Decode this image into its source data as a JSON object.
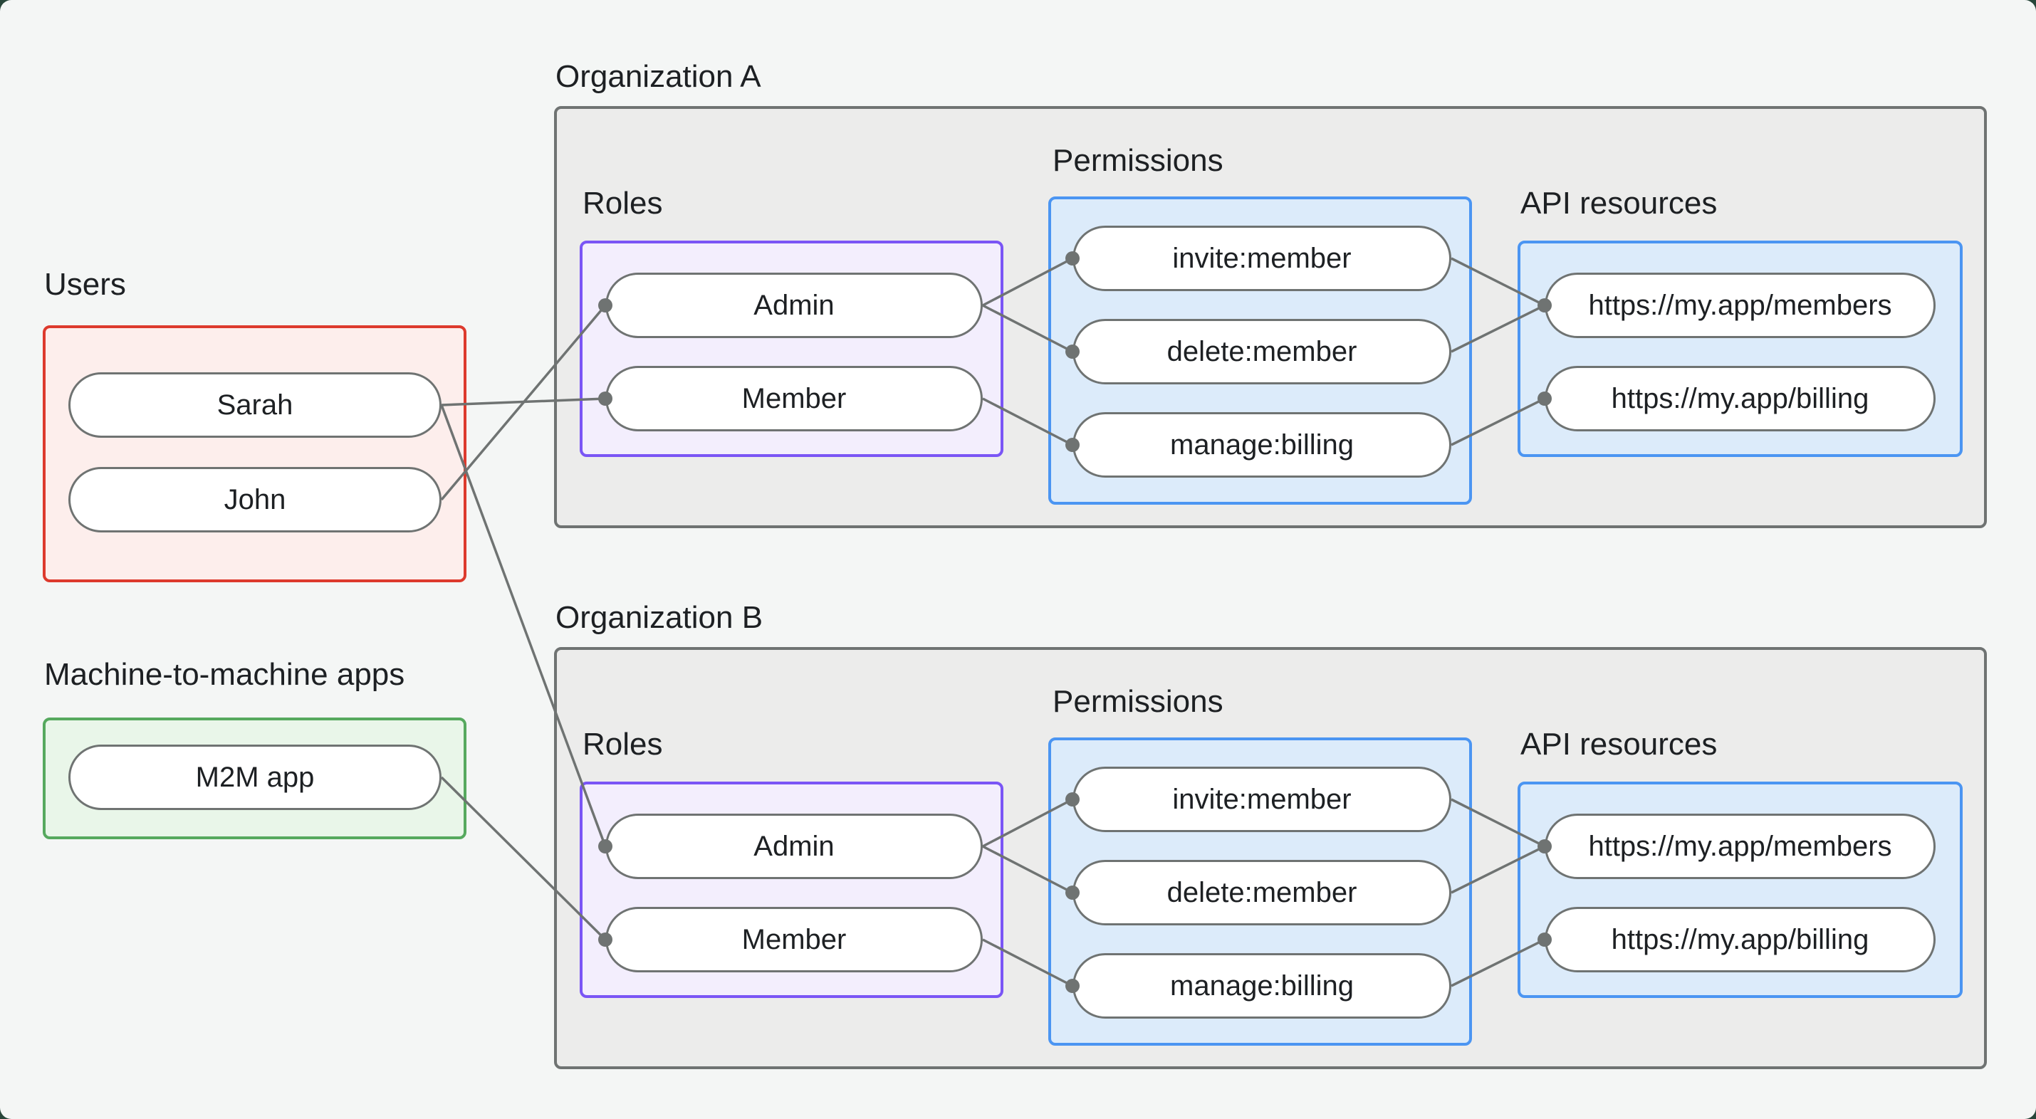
{
  "page": {
    "background_outer": "#28463a",
    "card_background": "#f4f6f5"
  },
  "palette": {
    "users_border": "#dd3a2d",
    "users_fill": "#fdeeec",
    "m2m_border": "#56a95e",
    "m2m_fill": "#e9f6e9",
    "org_border": "#6f7372",
    "org_fill": "#ececeb",
    "roles_border": "#7a55f5",
    "roles_fill": "#f3eefd",
    "permissions_border": "#4b95f2",
    "permissions_fill": "#dcebfa",
    "node_fill": "#ffffff",
    "connector": "#6f7372",
    "text": "#1d2023"
  },
  "users": {
    "label": "Users",
    "items": [
      "Sarah",
      "John"
    ]
  },
  "m2m": {
    "label": "Machine-to-machine apps",
    "items": [
      "M2M app"
    ]
  },
  "organizations": [
    {
      "label": "Organization A",
      "roles": {
        "label": "Roles",
        "items": [
          "Admin",
          "Member"
        ]
      },
      "permissions": {
        "label": "Permissions",
        "items": [
          "invite:member",
          "delete:member",
          "manage:billing"
        ]
      },
      "api_resources": {
        "label": "API resources",
        "items": [
          "https://my.app/members",
          "https://my.app/billing"
        ]
      }
    },
    {
      "label": "Organization B",
      "roles": {
        "label": "Roles",
        "items": [
          "Admin",
          "Member"
        ]
      },
      "permissions": {
        "label": "Permissions",
        "items": [
          "invite:member",
          "delete:member",
          "manage:billing"
        ]
      },
      "api_resources": {
        "label": "API resources",
        "items": [
          "https://my.app/members",
          "https://my.app/billing"
        ]
      }
    }
  ],
  "edges": [
    {
      "from": "users.Sarah",
      "to": "orgA.roles.Member"
    },
    {
      "from": "users.John",
      "to": "orgA.roles.Admin"
    },
    {
      "from": "users.Sarah",
      "to": "orgB.roles.Admin"
    },
    {
      "from": "m2m.M2M app",
      "to": "orgB.roles.Member"
    },
    {
      "from": "orgA.roles.Admin",
      "to": "orgA.permissions.invite:member"
    },
    {
      "from": "orgA.roles.Admin",
      "to": "orgA.permissions.delete:member"
    },
    {
      "from": "orgA.roles.Member",
      "to": "orgA.permissions.manage:billing"
    },
    {
      "from": "orgA.permissions.invite:member",
      "to": "orgA.api.https://my.app/members"
    },
    {
      "from": "orgA.permissions.delete:member",
      "to": "orgA.api.https://my.app/members"
    },
    {
      "from": "orgA.permissions.manage:billing",
      "to": "orgA.api.https://my.app/billing"
    },
    {
      "from": "orgB.roles.Admin",
      "to": "orgB.permissions.invite:member"
    },
    {
      "from": "orgB.roles.Admin",
      "to": "orgB.permissions.delete:member"
    },
    {
      "from": "orgB.roles.Member",
      "to": "orgB.permissions.manage:billing"
    },
    {
      "from": "orgB.permissions.invite:member",
      "to": "orgB.api.https://my.app/members"
    },
    {
      "from": "orgB.permissions.delete:member",
      "to": "orgB.api.https://my.app/members"
    },
    {
      "from": "orgB.permissions.manage:billing",
      "to": "orgB.api.https://my.app/billing"
    }
  ]
}
